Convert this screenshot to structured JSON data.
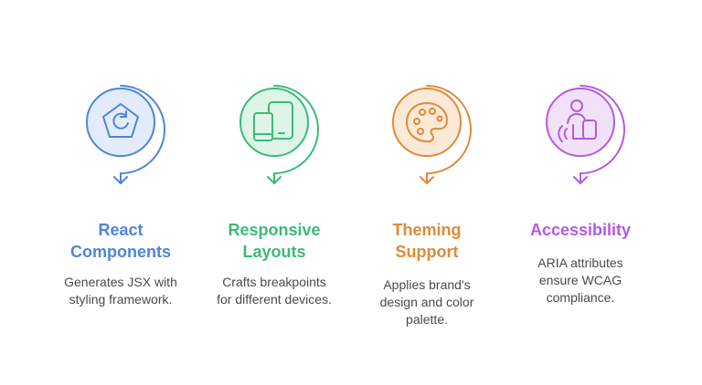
{
  "steps": [
    {
      "id": "react",
      "icon": "pentagon-refresh-icon",
      "color": "#4f85d9",
      "fill": "#e2ecfb",
      "title_lines": [
        "React",
        "Components"
      ],
      "desc_lines": [
        "Generates JSX with",
        "styling framework."
      ]
    },
    {
      "id": "responsive",
      "icon": "devices-icon",
      "color": "#3cba7a",
      "fill": "#ddf4e6",
      "title_lines": [
        "Responsive",
        "Layouts"
      ],
      "desc_lines": [
        "Crafts breakpoints",
        "for different devices."
      ]
    },
    {
      "id": "theming",
      "icon": "palette-icon",
      "color": "#e08a3a",
      "fill": "#fcead6",
      "title_lines": [
        "Theming",
        "Support"
      ],
      "desc_lines": [
        "Applies brand's",
        "design and color",
        "palette."
      ]
    },
    {
      "id": "accessibility",
      "icon": "accessibility-person-icon",
      "color": "#b55ae0",
      "fill": "#f1e2fa",
      "title_lines": [
        "Accessibility"
      ],
      "desc_lines": [
        "ARIA attributes",
        "ensure WCAG",
        "compliance."
      ]
    }
  ]
}
